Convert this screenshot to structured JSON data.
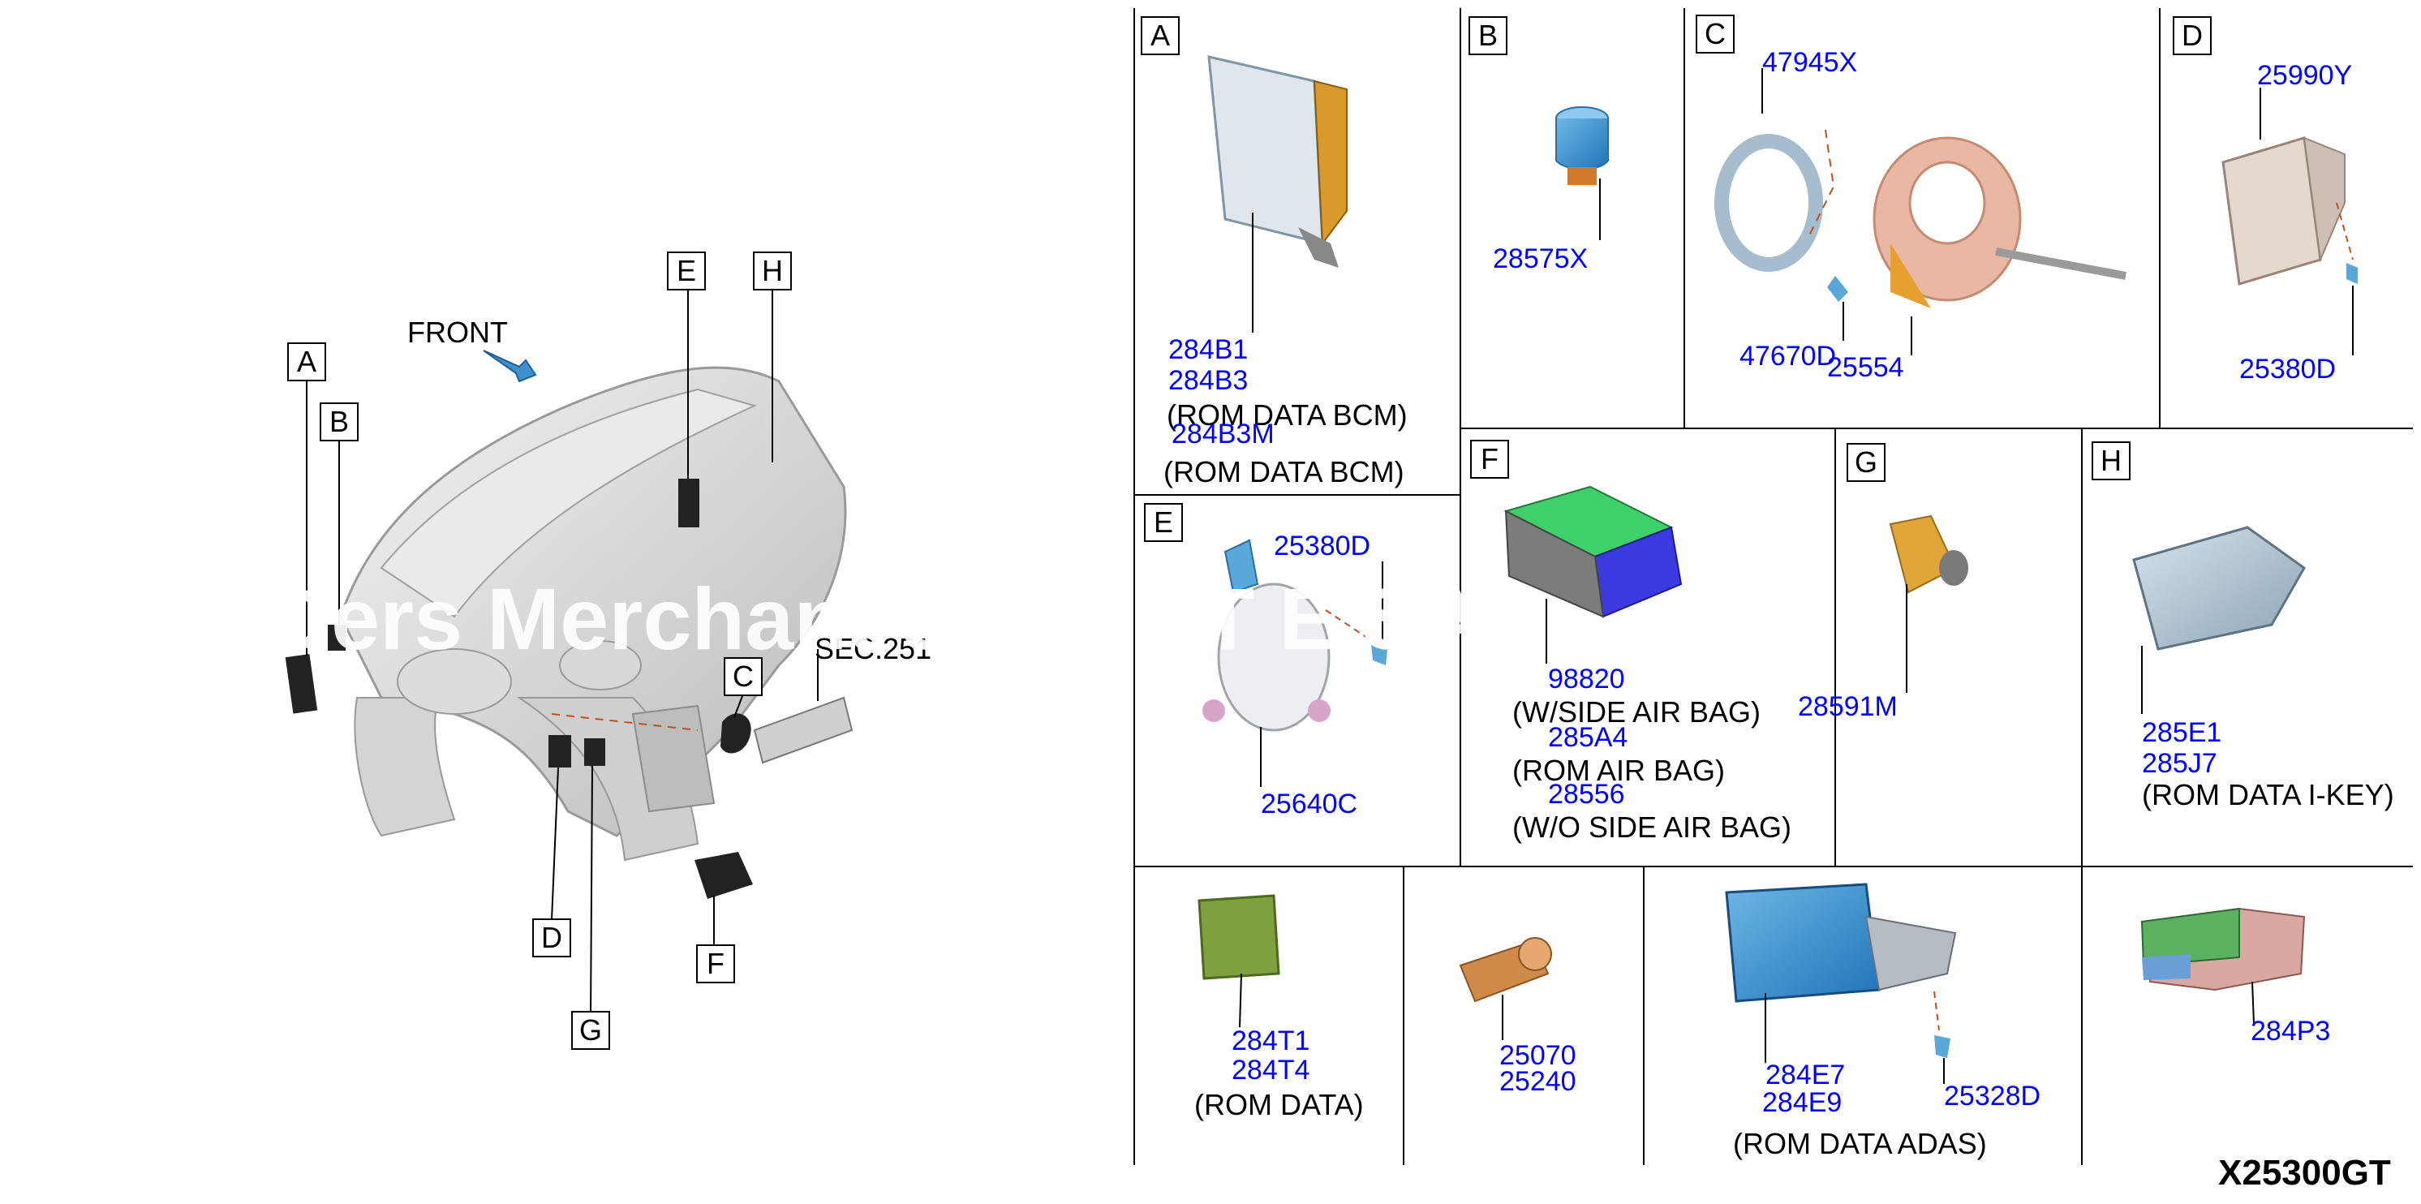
{
  "watermark": "Ders Merchant   S   d P   ST   E SA",
  "overview": {
    "front_label": "FRONT",
    "sec_label": "SEC.251",
    "callouts": [
      "A",
      "B",
      "C",
      "D",
      "E",
      "F",
      "G",
      "H"
    ]
  },
  "panels": {
    "A": {
      "letter": "A",
      "parts": [
        "284B1",
        "284B3",
        "284B3M"
      ],
      "notes": [
        "(ROM DATA BCM)",
        "(ROM DATA BCM)"
      ]
    },
    "B": {
      "letter": "B",
      "parts": [
        "28575X"
      ]
    },
    "C": {
      "letter": "C",
      "parts": [
        "47945X",
        "47670D",
        "25554"
      ]
    },
    "D": {
      "letter": "D",
      "parts": [
        "25990Y",
        "25380D"
      ]
    },
    "E": {
      "letter": "E",
      "parts": [
        "25380D",
        "25640C"
      ]
    },
    "F": {
      "letter": "F",
      "parts": [
        "98820",
        "285A4",
        "28556"
      ],
      "notes": [
        "(W/SIDE AIR BAG)",
        "(ROM AIR BAG)",
        "(W/O SIDE AIR BAG)"
      ]
    },
    "G": {
      "letter": "G",
      "parts": [
        "28591M"
      ]
    },
    "H": {
      "letter": "H",
      "parts": [
        "285E1",
        "285J7"
      ],
      "notes": [
        "(ROM DATA I-KEY)"
      ]
    },
    "row4_1": {
      "parts": [
        "284T1",
        "284T4"
      ],
      "notes": [
        "(ROM DATA)"
      ]
    },
    "row4_2": {
      "parts": [
        "25070",
        "25240"
      ]
    },
    "row4_3": {
      "parts": [
        "284E7",
        "284E9",
        "25328D"
      ],
      "notes": [
        "(ROM DATA ADAS)"
      ]
    },
    "row4_4": {
      "parts": [
        "284P3"
      ]
    }
  },
  "diagram_code": "X25300GT",
  "colors": {
    "part_number": "#0000ff",
    "text": "#000000",
    "grid": "#000000"
  }
}
